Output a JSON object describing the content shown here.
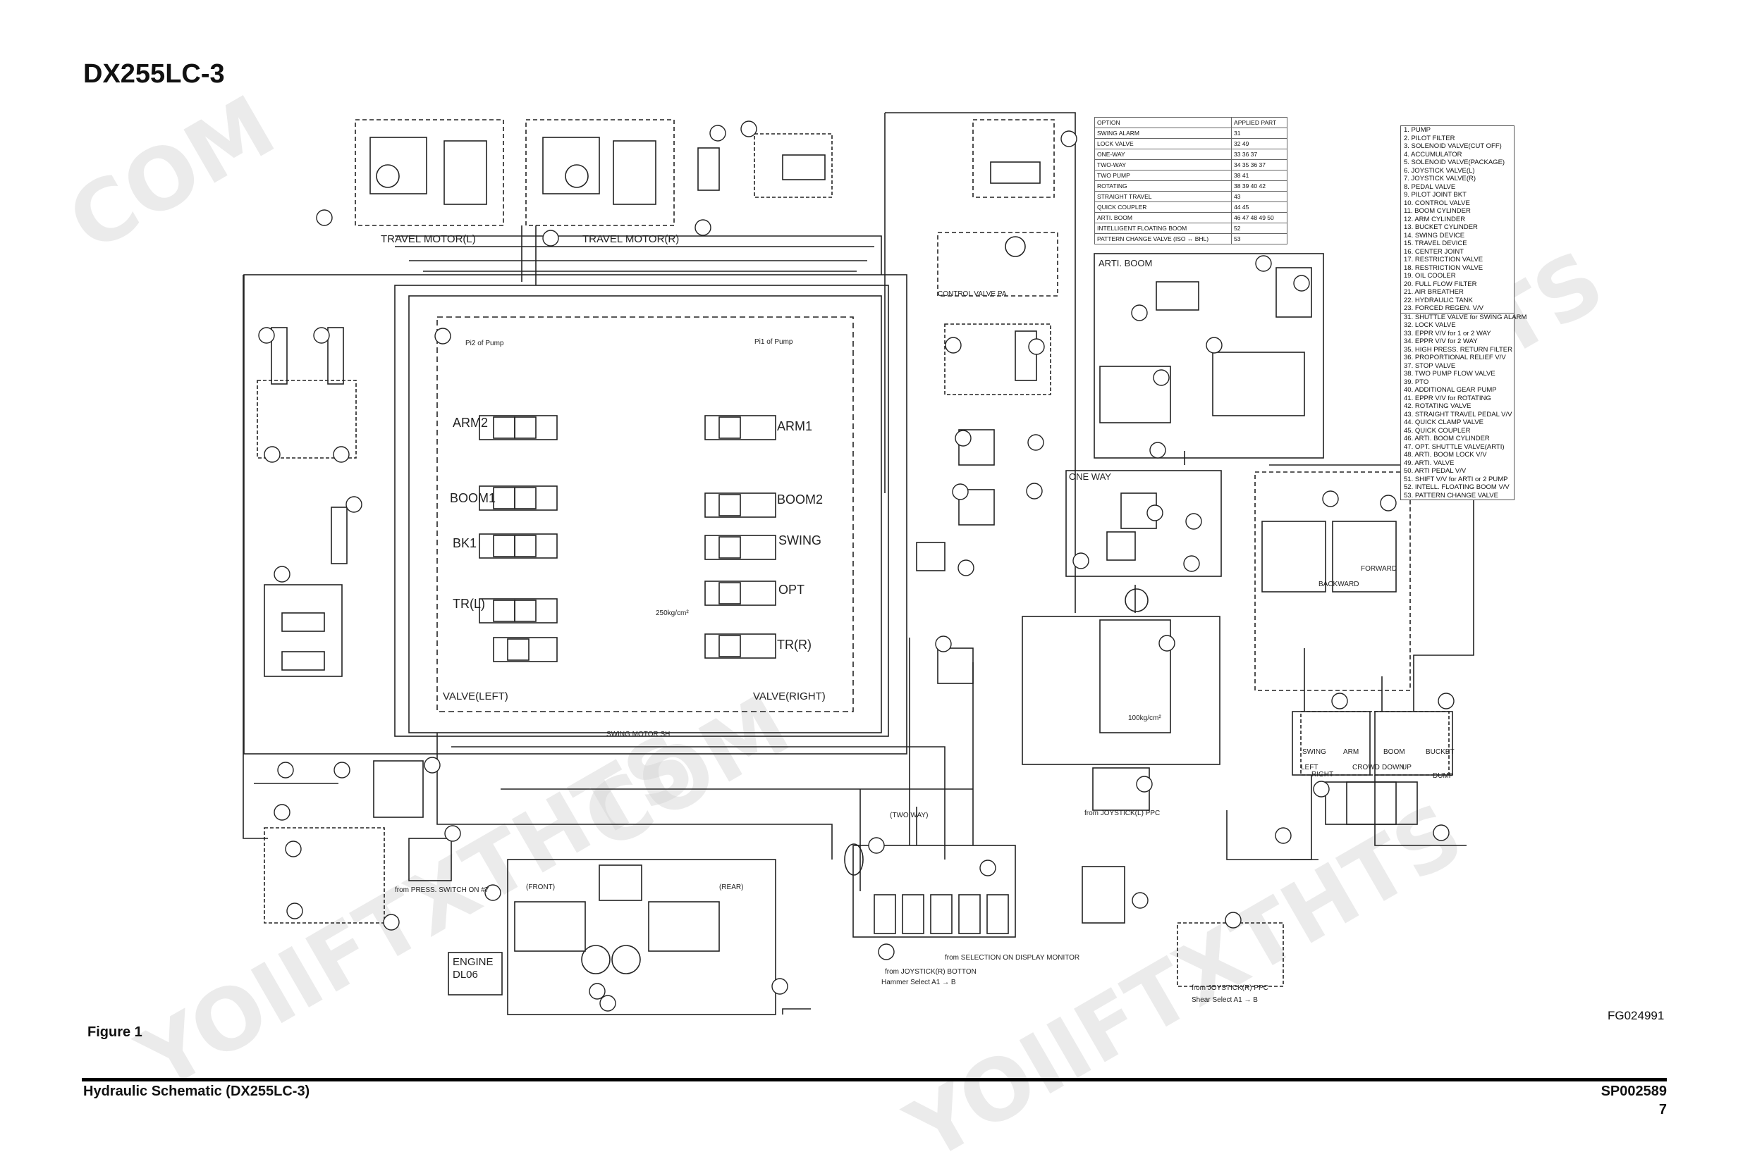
{
  "page": {
    "title": "DX255LC-3",
    "figure_caption": "Figure 1",
    "figure_code": "FG024991",
    "footer_left": "Hydraulic Schematic (DX255LC-3)",
    "footer_right": "SP002589",
    "page_number": "7"
  },
  "watermark": [
    "COM",
    "HTS",
    "YOIIFTXTHTS",
    "COM",
    "YOIIFTXTHTS"
  ],
  "option_table": {
    "headers": [
      "OPTION",
      "APPLIED PART"
    ],
    "rows": [
      [
        "SWING ALARM",
        "31"
      ],
      [
        "LOCK VALVE",
        "32 49"
      ],
      [
        "ONE-WAY",
        "33 36 37"
      ],
      [
        "TWO-WAY",
        "34 35 36 37"
      ],
      [
        "TWO PUMP",
        "38 41"
      ],
      [
        "ROTATING",
        "38 39 40 42"
      ],
      [
        "STRAIGHT TRAVEL",
        "43"
      ],
      [
        "QUICK COUPLER",
        "44 45"
      ],
      [
        "ARTI. BOOM",
        "46 47 48 49 50"
      ],
      [
        "INTELLIGENT FLOATING BOOM",
        "52"
      ],
      [
        "PATTERN CHANGE VALVE (ISO ↔ BHL)",
        "53"
      ]
    ]
  },
  "legend_std": [
    "1. PUMP",
    "2. PILOT FILTER",
    "3. SOLENOID VALVE(CUT OFF)",
    "4. ACCUMULATOR",
    "5. SOLENOID VALVE(PACKAGE)",
    "6. JOYSTICK VALVE(L)",
    "7. JOYSTICK VALVE(R)",
    "8. PEDAL VALVE",
    "9. PILOT JOINT BKT",
    "10. CONTROL VALVE",
    "11. BOOM CYLINDER",
    "12. ARM CYLINDER",
    "13. BUCKET CYLINDER",
    "14. SWING DEVICE",
    "15. TRAVEL DEVICE",
    "16. CENTER JOINT",
    "17. RESTRICTION VALVE",
    "18. RESTRICTION VALVE",
    "19. OIL COOLER",
    "20. FULL FLOW FILTER",
    "21. AIR BREATHER",
    "22. HYDRAULIC TANK",
    "23. FORCED REGEN. V/V"
  ],
  "legend_opt": [
    "31. SHUTTLE VALVE for SWING ALARM",
    "32. LOCK VALVE",
    "33. EPPR V/V for 1 or 2 WAY",
    "34. EPPR V/V for 2 WAY",
    "35. HIGH PRESS. RETURN FILTER",
    "36. PROPORTIONAL RELIEF V/V",
    "37. STOP VALVE",
    "38. TWO PUMP FLOW VALVE",
    "39. PTO",
    "40. ADDITIONAL GEAR PUMP",
    "41. EPPR V/V for ROTATING",
    "42. ROTATING VALVE",
    "43. STRAIGHT TRAVEL PEDAL V/V",
    "44. QUICK CLAMP VALVE",
    "45. QUICK COUPLER",
    "46. ARTI. BOOM CYLINDER",
    "47. OPT. SHUTTLE VALVE(ARTI)",
    "48. ARTI. BOOM LOCK V/V",
    "49. ARTI. VALVE",
    "50. ARTI PEDAL V/V",
    "51. SHIFT V/V for ARTI or 2 PUMP",
    "52. INTELL. FLOATING BOOM V/V",
    "53. PATTERN CHANGE VALVE"
  ],
  "labels": {
    "travel_motor_l": "TRAVEL MOTOR(L)",
    "travel_motor_r": "TRAVEL MOTOR(R)",
    "valve_left": "VALVE(LEFT)",
    "valve_right": "VALVE(RIGHT)",
    "arm2": "ARM2",
    "arm1": "ARM1",
    "boom1": "BOOM1",
    "boom2": "BOOM2",
    "bk1": "BK1",
    "swing": "SWING",
    "trl": "TR(L)",
    "opt": "OPT",
    "trr": "TR(R)",
    "engine": "ENGINE",
    "engine_model": "DL06",
    "arti_boom": "ARTI. BOOM",
    "one_way": "ONE WAY",
    "control_valve_pa": "CONTROL VALVE PA",
    "from_press_switch": "from PRESS. SWITCH ON #7",
    "from_joystick_bottom": "from JOYSTICK(R) BOTTON",
    "hammer_select": "Hammer Select A1 → B",
    "from_selection": "from SELECTION ON DISPLAY MONITOR",
    "from_joystick_ppc": "from JOYSTICK(L) PPC",
    "from_joystick_ppc2": "from JOYSTICK(R) PPC",
    "shear_select": "Shear Select A1 → B",
    "swing_motor_sh": "SWING MOTOR SH",
    "pressure_250": "250kg/cm²",
    "pressure_100": "100kg/cm²",
    "pi2_pump": "Pi2 of Pump",
    "pi1_pump": "Pi1 of Pump",
    "front": "(FRONT)",
    "rear": "(REAR)",
    "two_way": "(TWO WAY)",
    "arm": "ARM",
    "boom": "BOOM",
    "bucket": "BUCKET",
    "left": "LEFT",
    "right": "RIGHT",
    "crowd": "CROWD",
    "down": "DOWN",
    "up": "UP",
    "dump": "DUMP",
    "forward": "FORWARD",
    "backward": "BACKWARD"
  }
}
